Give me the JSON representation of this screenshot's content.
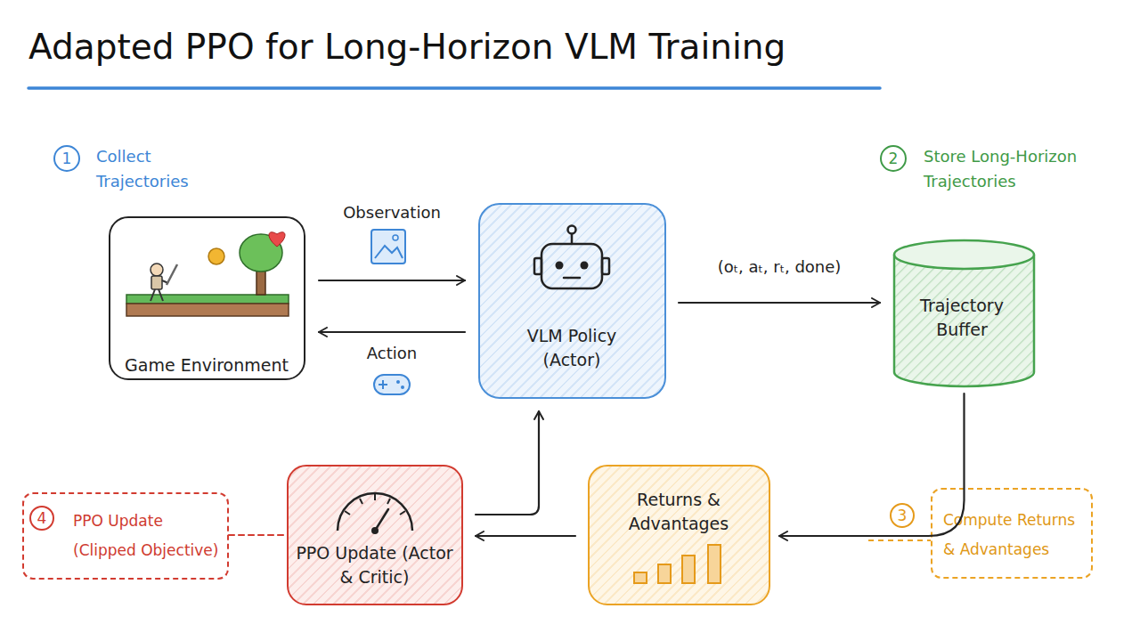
{
  "diagram": {
    "title": "Adapted PPO for Long-Horizon VLM Training",
    "nodes": [
      {
        "text": [
          "Game Environment"
        ]
      },
      {
        "text": [
          "VLM Policy (Actor)"
        ]
      },
      {
        "text": [
          "Trajectory Buffer"
        ]
      },
      {
        "text": [
          "PPO Update (Clipped Objective)"
        ]
      },
      {
        "text": [
          "PPO Update (Actor & Critic)"
        ]
      },
      {
        "text": [
          "Returns & Advantages"
        ]
      },
      {
        "text": [
          "Compute Returns & Advantages"
        ]
      }
    ],
    "edges": [
      {
        "from": 0,
        "to": 1,
        "label": "Observation",
        "arrow": "to"
      },
      {
        "from": 1,
        "to": 0,
        "label": "Action",
        "arrow": "to"
      },
      {
        "from": 1,
        "to": 2,
        "label": "(oₜ, aₜ, rₜ, done)",
        "arrow": "to"
      },
      {
        "from": 2,
        "to": 5,
        "arrow": "to"
      },
      {
        "from": 5,
        "to": 4,
        "arrow": "to"
      },
      {
        "from": 4,
        "to": 1,
        "arrow": "to"
      },
      {
        "from": 3,
        "to": 4,
        "arrow": "none"
      }
    ],
    "labels": [
      "1",
      "Collect Trajectories",
      "2",
      "Store Long-Horizon Trajectories",
      "4",
      "3"
    ]
  }
}
